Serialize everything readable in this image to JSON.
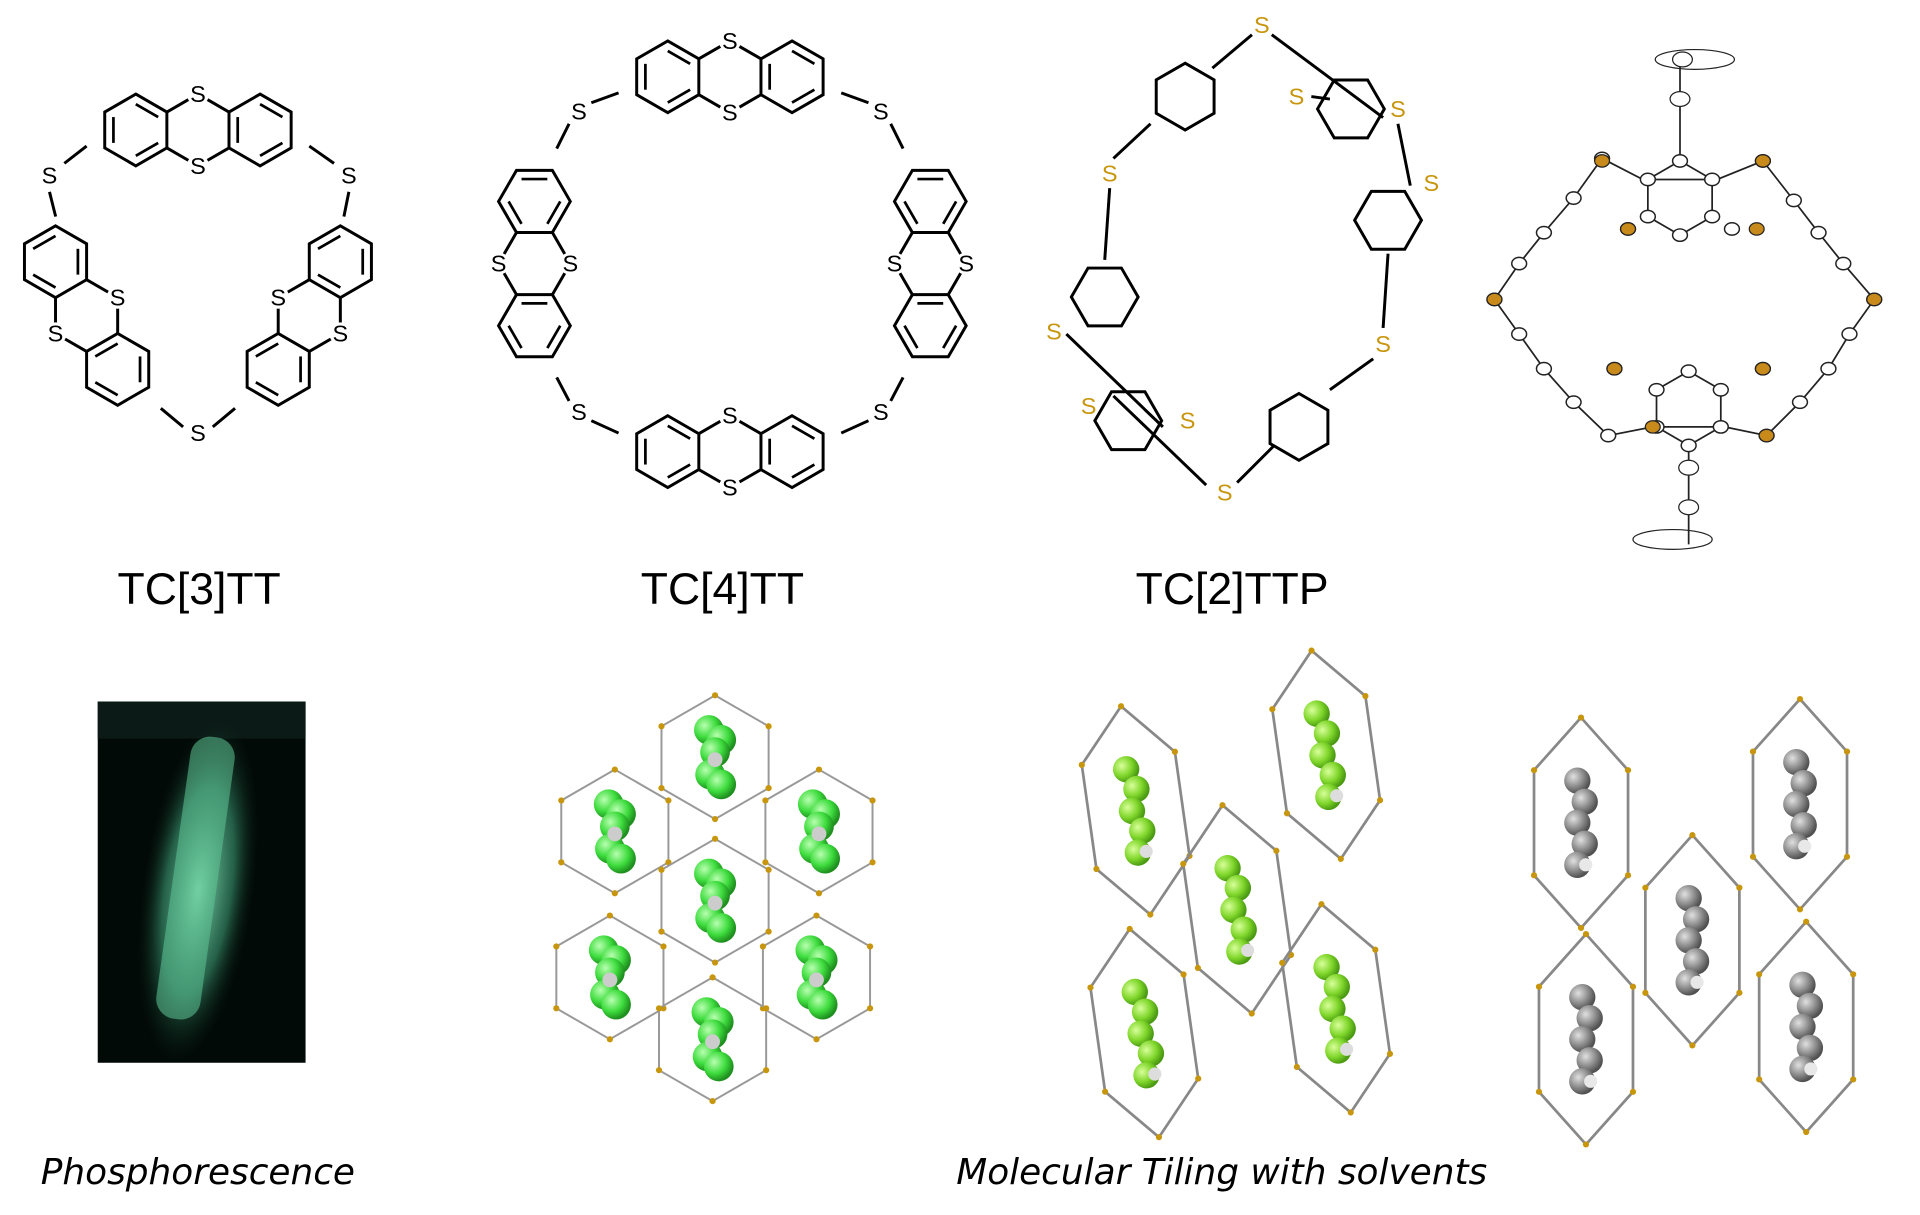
{
  "labels": {
    "tc3tt": "TC[3]TT",
    "tc4tt": "TC[4]TT",
    "tc2ttp": "TC[2]TTP"
  },
  "captions": {
    "phosphorescence": "Phosphorescence",
    "tiling": "Molecular Tiling with solvents"
  },
  "atom_label": "S",
  "colors": {
    "sulfur_gold": "#c8960c",
    "solvent_green_1": "#3ddc3d",
    "solvent_green_2": "#7fd62a",
    "solvent_gray": "#7a7a7a",
    "photo_bg": "#020a07",
    "glow": "#6fd8a8"
  }
}
